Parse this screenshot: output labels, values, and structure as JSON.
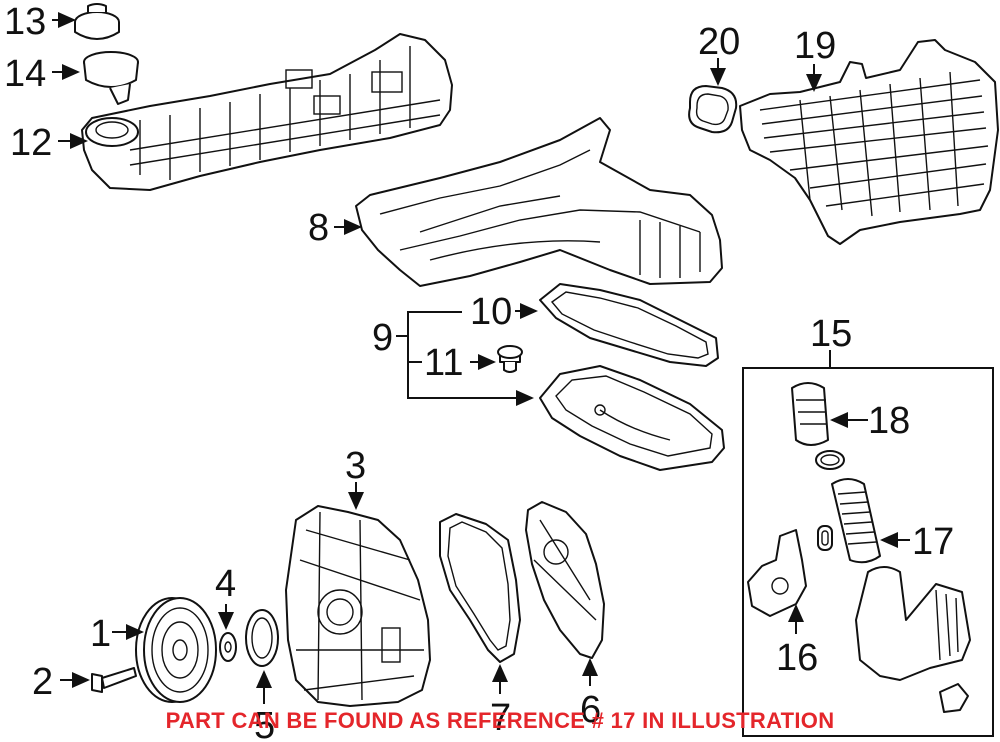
{
  "callouts": {
    "c1": "1",
    "c2": "2",
    "c3": "3",
    "c4": "4",
    "c5": "5",
    "c6": "6",
    "c7": "7",
    "c8": "8",
    "c9": "9",
    "c10": "10",
    "c11": "11",
    "c12": "12",
    "c13": "13",
    "c14": "14",
    "c15": "15",
    "c16": "16",
    "c17": "17",
    "c18": "18",
    "c19": "19",
    "c20": "20"
  },
  "notice": "PART CAN BE FOUND AS REFERENCE # 17 IN ILLUSTRATION",
  "colors": {
    "line": "#111111",
    "notice": "#e4262b",
    "background": "#ffffff"
  }
}
